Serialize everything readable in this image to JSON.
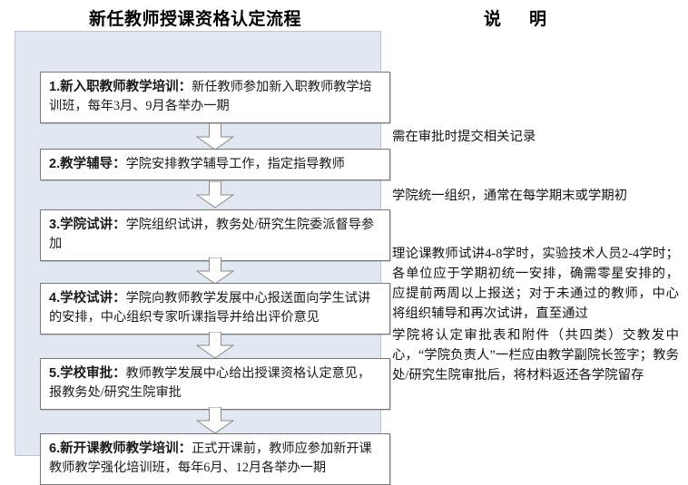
{
  "headings": {
    "flow": "新任教师授课资格认定流程",
    "notes": "说　明"
  },
  "flow": {
    "steps": [
      {
        "id": "step-1",
        "lead": "1.新入职教师教学培训：",
        "body": "新任教师参加新入职教师教学培训班，每年3月、9月各举办一期"
      },
      {
        "id": "step-2",
        "lead": "2.教学辅导：",
        "body": "学院安排教学辅导工作，指定指导教师"
      },
      {
        "id": "step-3",
        "lead": "3.学院试讲：",
        "body": "学院组织试讲，教务处/研究生院委派督导参加"
      },
      {
        "id": "step-4",
        "lead": "4.学校试讲：",
        "body": "学院向教师教学发展中心报送面向学生试讲的安排，中心组织专家听课指导并给出评价意见"
      },
      {
        "id": "step-5",
        "lead": "5.学校审批：",
        "body": "教师教学发展中心给出授课资格认定意见，报教务处/研究生院审批"
      },
      {
        "id": "step-6",
        "lead": "6.新开课教师教学培训：",
        "body": "正式开课前，教师应参加新开课教师教学强化培训班，每年6月、12月各举办一期"
      }
    ],
    "connectors": [
      {
        "id": "arrow-1",
        "icon": "down-arrow-icon"
      },
      {
        "id": "arrow-2",
        "icon": "down-arrow-icon"
      },
      {
        "id": "arrow-3",
        "icon": "down-arrow-icon"
      },
      {
        "id": "arrow-4",
        "icon": "down-arrow-icon"
      },
      {
        "id": "arrow-5",
        "icon": "down-arrow-icon"
      }
    ]
  },
  "notes": [
    {
      "id": "note-1",
      "text": "需在审批时提交相关记录"
    },
    {
      "id": "note-2",
      "text": "学院统一组织，通常在每学期末或学期初"
    },
    {
      "id": "note-3",
      "text": "理论课教师试讲4-8学时，实验技术人员2-4学时；各单位应于学期初统一安排，确需零星安排的，应提前两周以上报送；对于未通过的教师，中心将组织辅导和再次试讲，直至通过"
    },
    {
      "id": "note-4",
      "text": "学院将认定审批表和附件（共四类）交教发中心，“学院负责人”一栏应由教学副院长签字；教务处/研究生院审批后，将材料返还各学院留存"
    }
  ],
  "colors": {
    "frame_fill": "#e2e8f2",
    "frame_border": "#b9c4d4",
    "box_fill": "#ffffff",
    "box_border": "#787878",
    "arrow_fill": "#fdfdfd",
    "arrow_border": "#8a8a8a",
    "text": "#141414"
  }
}
